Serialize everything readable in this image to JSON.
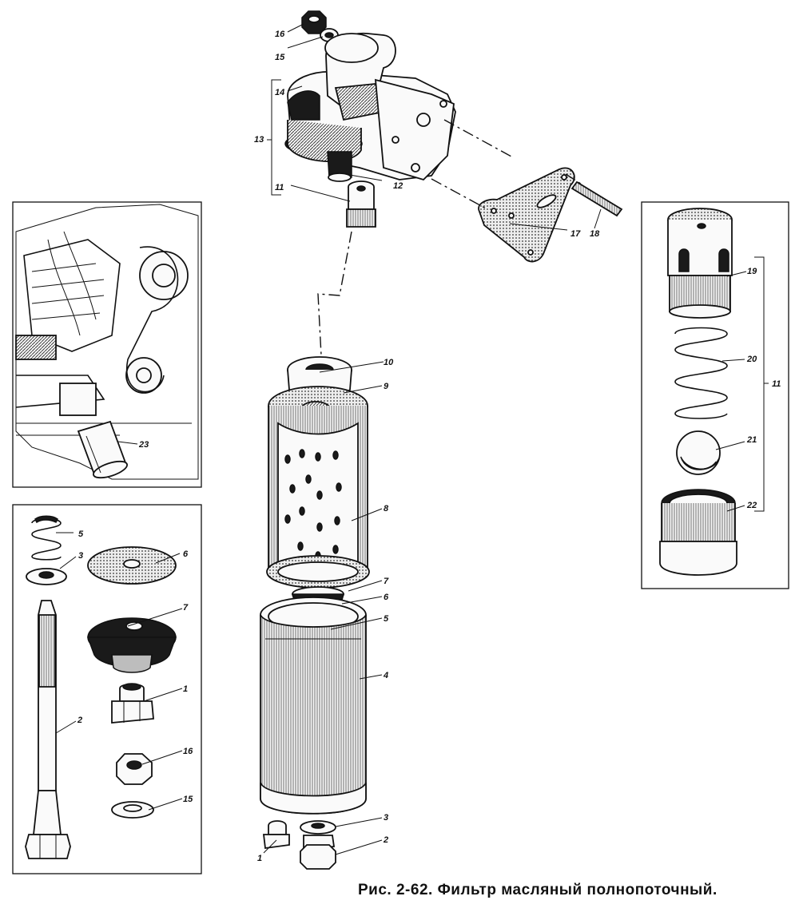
{
  "caption": "Рис. 2-62. Фильтр масляный полнопоточный.",
  "labels": {
    "l1": "1",
    "l2": "2",
    "l3": "3",
    "l4": "4",
    "l5": "5",
    "l6": "6",
    "l7": "7",
    "l8": "8",
    "l9": "9",
    "l10": "10",
    "l11": "11",
    "l12": "12",
    "l13": "13",
    "l14": "14",
    "l15": "15",
    "l16": "16",
    "l17": "17",
    "l18": "18",
    "l19": "19",
    "l20": "20",
    "l21": "21",
    "l22": "22",
    "l23": "23"
  },
  "colors": {
    "ink": "#111111",
    "paper": "#ffffff"
  }
}
